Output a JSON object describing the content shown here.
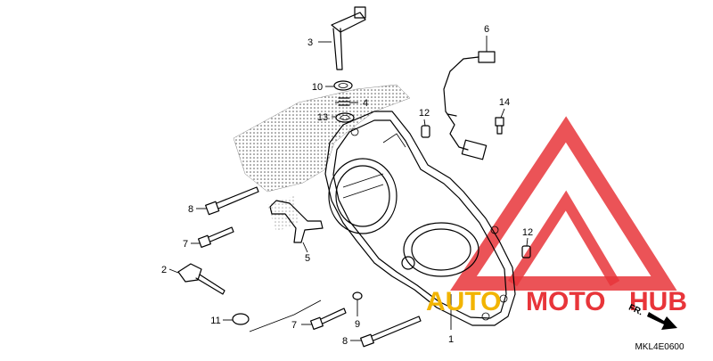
{
  "diagram": {
    "code": "MKL4E0600",
    "direction_label": "FR.",
    "callouts": [
      {
        "id": "c1",
        "label": "1"
      },
      {
        "id": "c2",
        "label": "2"
      },
      {
        "id": "c3",
        "label": "3"
      },
      {
        "id": "c4",
        "label": "4"
      },
      {
        "id": "c5",
        "label": "5"
      },
      {
        "id": "c6",
        "label": "6"
      },
      {
        "id": "c7a",
        "label": "7"
      },
      {
        "id": "c7b",
        "label": "7"
      },
      {
        "id": "c8a",
        "label": "8"
      },
      {
        "id": "c8b",
        "label": "8"
      },
      {
        "id": "c9",
        "label": "9"
      },
      {
        "id": "c10",
        "label": "10"
      },
      {
        "id": "c11",
        "label": "11"
      },
      {
        "id": "c12a",
        "label": "12"
      },
      {
        "id": "c12b",
        "label": "12"
      },
      {
        "id": "c13",
        "label": "13"
      },
      {
        "id": "c14",
        "label": "14"
      }
    ]
  },
  "watermark": {
    "text_part1": "AUTO",
    "text_part2": "MOTO",
    "text_part3": "HUB",
    "color_primary": "#e8353a",
    "color_secondary": "#f2b400"
  }
}
